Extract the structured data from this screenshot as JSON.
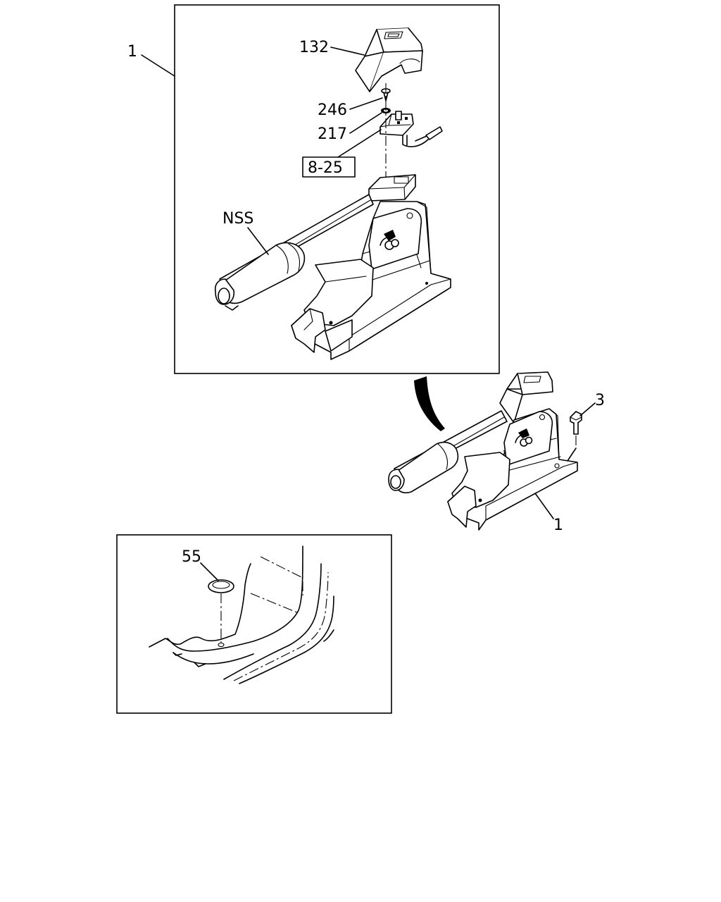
{
  "labels": {
    "assembly_callout_top": "1",
    "cover": "132",
    "screw": "246",
    "washer": "217",
    "switch_ref": "8-25",
    "lever": "NSS",
    "bolt": "3",
    "assembly_callout_bottom": "1",
    "plug": "55"
  }
}
